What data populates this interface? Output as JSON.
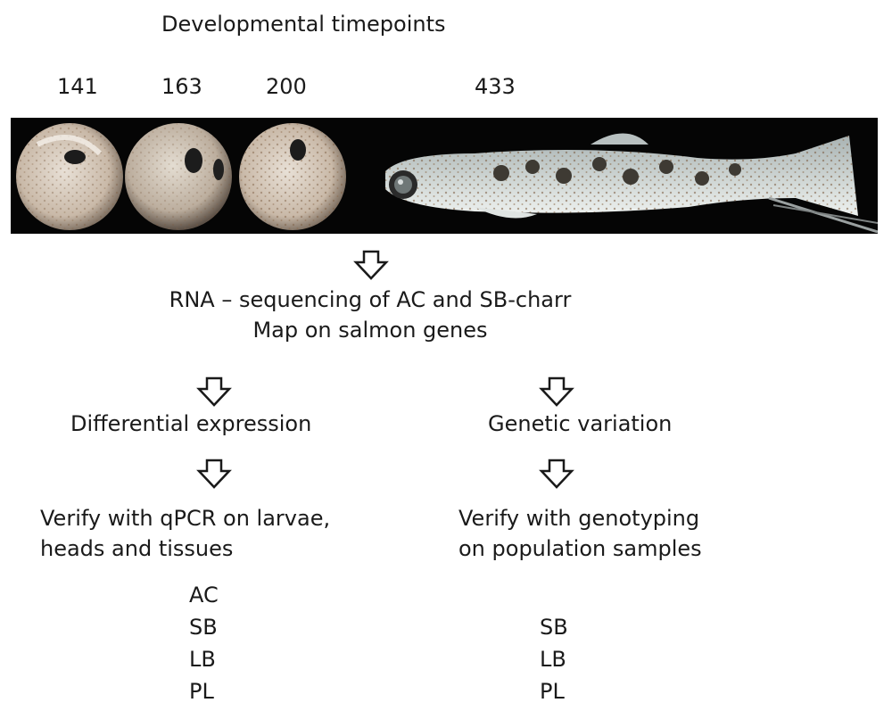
{
  "header": {
    "title": "Developmental timepoints"
  },
  "timepoints": [
    "141",
    "163",
    "200",
    "433"
  ],
  "step1": {
    "line1": "RNA – sequencing of AC and SB-charr",
    "line2": "Map on salmon genes"
  },
  "left_branch": {
    "title": "Differential expression",
    "verify_line1": "Verify with qPCR on larvae,",
    "verify_line2": "heads and tissues",
    "morphs": [
      "AC",
      "SB",
      "LB",
      "PL"
    ]
  },
  "right_branch": {
    "title": "Genetic variation",
    "verify_line1": "Verify with genotyping",
    "verify_line2": "on population samples",
    "morphs": [
      "",
      "SB",
      "LB",
      "PL"
    ]
  },
  "colors": {
    "photo_background": "#050505",
    "arrow_stroke": "#1a1a1a"
  }
}
